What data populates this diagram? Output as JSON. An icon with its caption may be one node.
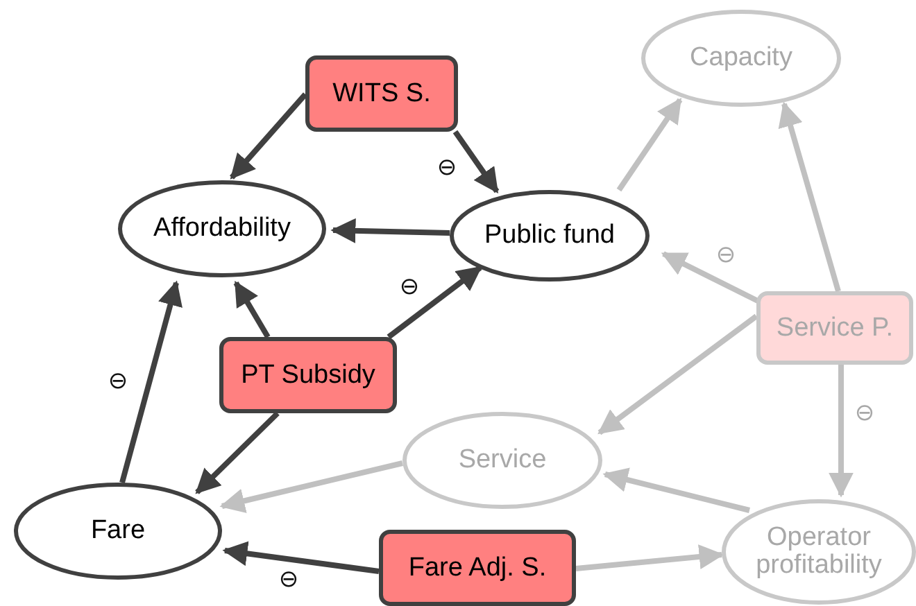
{
  "diagram": {
    "nodes": [
      {
        "text": [
          "WITS S."
        ]
      },
      {
        "text": [
          "Capacity"
        ]
      },
      {
        "text": [
          "Affordability"
        ]
      },
      {
        "text": [
          "Public fund"
        ]
      },
      {
        "text": [
          "Service P."
        ]
      },
      {
        "text": [
          "PT Subsidy"
        ]
      },
      {
        "text": [
          "Service"
        ]
      },
      {
        "text": [
          "Fare"
        ]
      },
      {
        "text": [
          "Fare Adj. S."
        ]
      },
      {
        "text": [
          "Operator profitability"
        ]
      }
    ],
    "edges": [
      {
        "from": 0,
        "to": 2,
        "arrow": "to"
      },
      {
        "from": 0,
        "to": 3,
        "arrow": "to",
        "label": "⊖"
      },
      {
        "from": 3,
        "to": 2,
        "arrow": "to"
      },
      {
        "from": 5,
        "to": 2,
        "arrow": "to"
      },
      {
        "from": 5,
        "to": 3,
        "arrow": "to",
        "label": "⊖"
      },
      {
        "from": 5,
        "to": 7,
        "arrow": "to"
      },
      {
        "from": 7,
        "to": 2,
        "arrow": "to",
        "label": "⊖"
      },
      {
        "from": 8,
        "to": 7,
        "arrow": "to",
        "label": "⊖"
      },
      {
        "from": 3,
        "to": 1,
        "arrow": "to",
        "color": "#c0c0c0"
      },
      {
        "from": 4,
        "to": 1,
        "arrow": "to",
        "color": "#c0c0c0"
      },
      {
        "from": 4,
        "to": 3,
        "arrow": "to",
        "label": "⊖",
        "color": "#c0c0c0"
      },
      {
        "from": 4,
        "to": 6,
        "arrow": "to",
        "color": "#c0c0c0"
      },
      {
        "from": 4,
        "to": 9,
        "arrow": "to",
        "label": "⊖",
        "color": "#c0c0c0"
      },
      {
        "from": 6,
        "to": 7,
        "arrow": "to",
        "color": "#c0c0c0"
      },
      {
        "from": 9,
        "to": 6,
        "arrow": "to",
        "color": "#c0c0c0"
      },
      {
        "from": 8,
        "to": 9,
        "arrow": "to",
        "color": "#c0c0c0"
      }
    ]
  }
}
